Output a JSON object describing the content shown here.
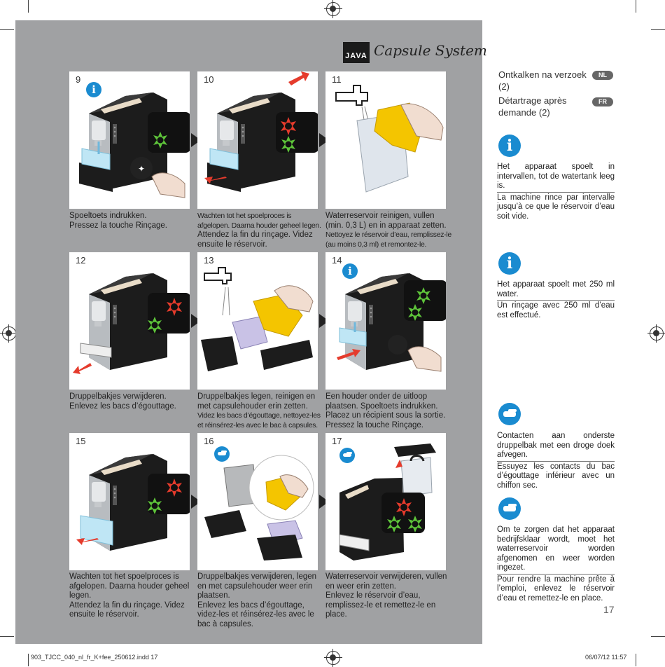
{
  "brand": {
    "logo": "JAVA",
    "tagline": "Capsule System"
  },
  "steps": [
    {
      "num": "9",
      "nl": "Spoeltoets indrukken.",
      "fr": "Pressez la touche Rinçage."
    },
    {
      "num": "10",
      "nl": "Wachten tot het spoelproces is afgelopen. Daarna houder geheel legen.",
      "fr": "Attendez la fin du rinçage. Videz ensuite le réservoir."
    },
    {
      "num": "11",
      "nl": "Waterreservoir reinigen, vullen (min. 0,3 L) en in apparaat zetten.",
      "fr": "Nettoyez le réservoir d’eau, remplissez-le (au moins 0,3 ml) et remontez-le."
    },
    {
      "num": "12",
      "nl": "Druppelbakjes verwijderen.",
      "fr": "Enlevez les bacs d’égouttage."
    },
    {
      "num": "13",
      "nl": "Druppelbakjes legen, reinigen en met capsulehouder erin zetten.",
      "fr": "Videz les bacs d’égouttage, nettoyez-les et réinsérez-les avec le bac à capsules."
    },
    {
      "num": "14",
      "nl": "Een houder onder de uitloop plaatsen. Spoeltoets indrukken.",
      "fr": "Placez un récipient sous la sortie. Pressez la touche Rinçage."
    },
    {
      "num": "15",
      "nl": "Wachten tot het spoelproces is afgelopen. Daarna houder geheel legen.",
      "fr": "Attendez la fin du rinçage. Videz ensuite le réservoir."
    },
    {
      "num": "16",
      "nl": "Druppelbakjes verwijderen, legen en met capsulehouder weer erin plaatsen.",
      "fr": "Enlevez les bacs d’égouttage, videz-les et réinsérez-les avec le bac à capsules."
    },
    {
      "num": "17",
      "nl": "Waterreservoir verwijderen, vullen en weer erin zetten.",
      "fr": "Enlevez le réservoir d’eau, remplissez-le et remettez-le en place."
    }
  ],
  "sidebar": {
    "title_nl": "Ontkalken na verzoek (2)",
    "title_fr": "Détartrage après demande (2)",
    "badge_nl": "NL",
    "badge_fr": "FR",
    "notes": [
      {
        "nl": "Het apparaat spoelt in intervallen, tot de watertank leeg is.",
        "fr": "La machine rince par intervalle jusqu’à ce que le réservoir d’eau soit vide."
      },
      {
        "nl": "Het apparaat spoelt met 250 ml water.",
        "fr": "Un rinçage avec 250 ml d’eau est effectué."
      },
      {
        "nl": "Contacten aan onderste druppelbak met een droge doek afvegen.",
        "fr": "Essuyez les contacts du bac d’égouttage inférieur avec un chiffon sec."
      },
      {
        "nl": "Om te zorgen dat het apparaat bedrijfsklaar wordt, moet het waterreservoir worden afgenomen en weer worden ingezet.",
        "fr": "Pour rendre la machine prête à l’emploi, enlevez le réservoir d’eau et remettez-le en place."
      }
    ],
    "info_glyph": "i"
  },
  "page_number": "17",
  "slug_left": "903_TJCC_040_nl_fr_K+fee_250612.indd   17",
  "slug_right": "06/07/12   11:57",
  "colors": {
    "accent": "#1a8bd0",
    "panel_bg": "#a0a1a3",
    "arrow_red": "#e53b2c",
    "led_green": "#5ec43a",
    "water": "#bfe6f5"
  },
  "icons": [
    "info-icon",
    "hand-pointer-icon",
    "registration-mark-icon",
    "chevron-right-icon"
  ]
}
